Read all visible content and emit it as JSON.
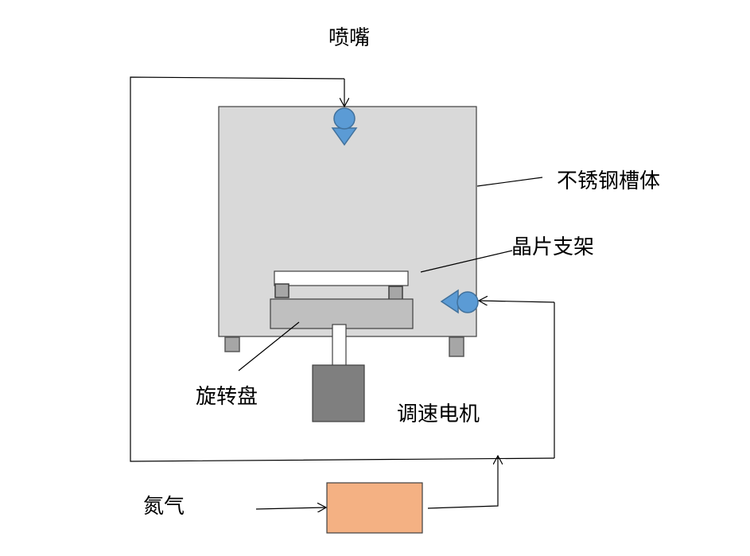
{
  "labels": {
    "nozzle": "喷嘴",
    "tank": "不锈钢槽体",
    "wafer_holder": "晶片支架",
    "turntable": "旋转盘",
    "motor": "调速电机",
    "nitrogen": "氮气"
  },
  "colors": {
    "tank": "#d9d9d9",
    "tank_border": "#3f3f3f",
    "turntable": "#bfbfbf",
    "feet": "#a6a6a6",
    "motor": "#7f7f7f",
    "nozzle": "#5b9bd5",
    "nozzle_border": "#41719c",
    "nitrogen_box": "#f4b183",
    "line": "#000000"
  },
  "icons": {
    "nozzle_top": "nozzle-down-icon",
    "nozzle_side": "nozzle-left-icon"
  }
}
